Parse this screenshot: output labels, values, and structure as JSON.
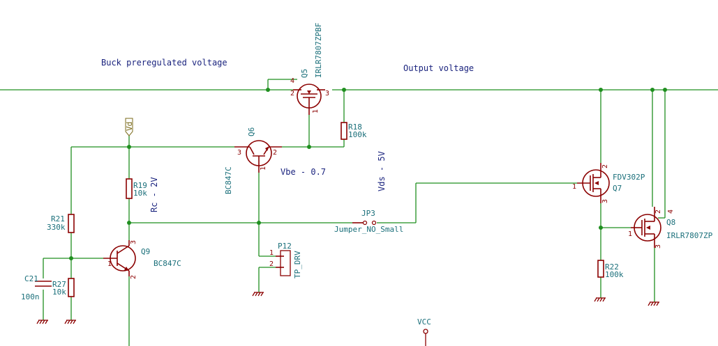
{
  "notes": {
    "buck": "Buck preregulated voltage",
    "output": "Output voltage",
    "vbe": "Vbe - 0.7",
    "vds": "Vds - 5V",
    "rc": "Rc - 2V"
  },
  "global_label": "Vd",
  "power_vcc": "VCC",
  "components": {
    "q5": {
      "ref": "Q5",
      "value": "IRLR7807ZPBF",
      "pins": [
        "4",
        "2",
        "3",
        "1"
      ]
    },
    "q6": {
      "ref": "Q6",
      "value": "BC847C",
      "pins": [
        "3",
        "2",
        "1"
      ]
    },
    "q9": {
      "ref": "Q9",
      "value": "BC847C",
      "pins": [
        "1",
        "3",
        "2"
      ]
    },
    "q7": {
      "ref": "Q7",
      "value": "FDV302P",
      "pins": [
        "1",
        "2",
        "3"
      ]
    },
    "q8": {
      "ref": "Q8",
      "value": "IRLR7807ZP",
      "pins": [
        "1",
        "2",
        "4",
        "3"
      ]
    },
    "r18": {
      "ref": "R18",
      "value": "100k"
    },
    "r19": {
      "ref": "R19",
      "value": "10k"
    },
    "r21": {
      "ref": "R21",
      "value": "330k"
    },
    "r27": {
      "ref": "R27",
      "value": "10k"
    },
    "r22": {
      "ref": "R22",
      "value": "100k"
    },
    "c21": {
      "ref": "C21",
      "value": "100n"
    },
    "jp3": {
      "ref": "JP3",
      "value": "Jumper_NO_Small"
    },
    "p12": {
      "ref": "P12",
      "value": "TP_DRV",
      "pins": [
        "1",
        "2"
      ]
    }
  }
}
